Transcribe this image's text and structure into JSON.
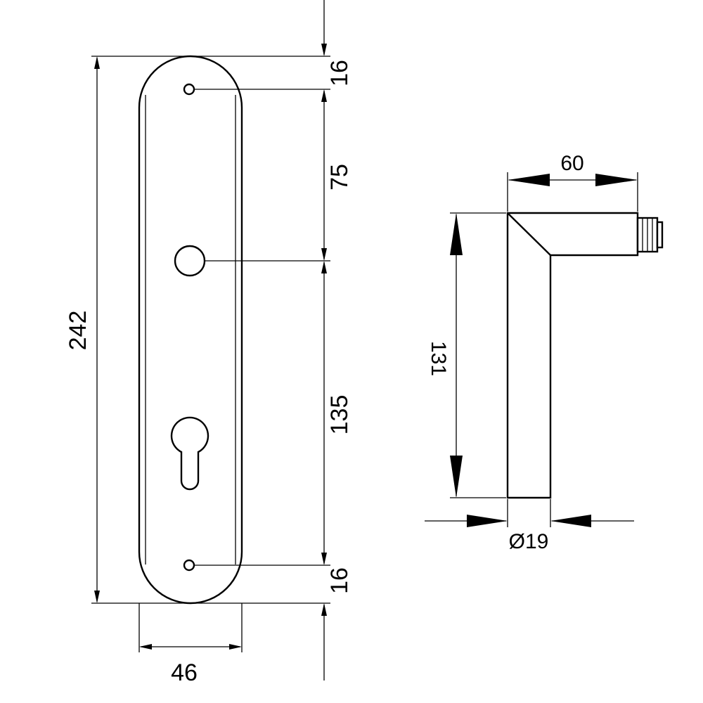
{
  "backplate": {
    "height_label": "242",
    "width_label": "46",
    "top_offset_label": "16",
    "screw_to_spindle_label": "75",
    "spindle_to_cylinder_label": "135",
    "bottom_offset_label": "16"
  },
  "handle": {
    "projection_label": "60",
    "length_label": "131",
    "diameter_label": "Ø19"
  },
  "colors": {
    "line": "#000000",
    "background": "#ffffff"
  }
}
